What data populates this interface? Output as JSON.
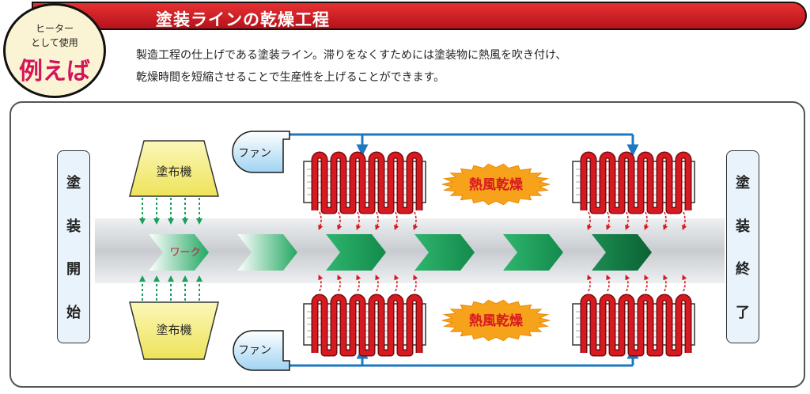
{
  "title": "塗装ラインの乾燥工程",
  "badge": {
    "line1": "ヒーター",
    "line2": "として使用",
    "main": "例えば"
  },
  "description": {
    "line1": "製造工程の仕上げである塗装ライン。滞りをなくすためには塗装物に熱風を吹き付け、",
    "line2": "乾燥時間を短縮させることで生産性を上げることができます。"
  },
  "start_label": [
    "塗",
    "装",
    "開",
    "始"
  ],
  "end_label": [
    "塗",
    "装",
    "終",
    "了"
  ],
  "coater_label": "塗布機",
  "fan_label": "ファン",
  "work_label": "ワーク",
  "hot_air_label": "熱風乾燥",
  "colors": {
    "title_red": "#c8161d",
    "badge_pink": "#d4145a",
    "heater_red": "#d71920",
    "duct_blue": "#1c78c0",
    "chevron_green": "#1aa05a",
    "coater_yellow": "#f4ee7a",
    "burst_orange": "#f7a21b"
  }
}
